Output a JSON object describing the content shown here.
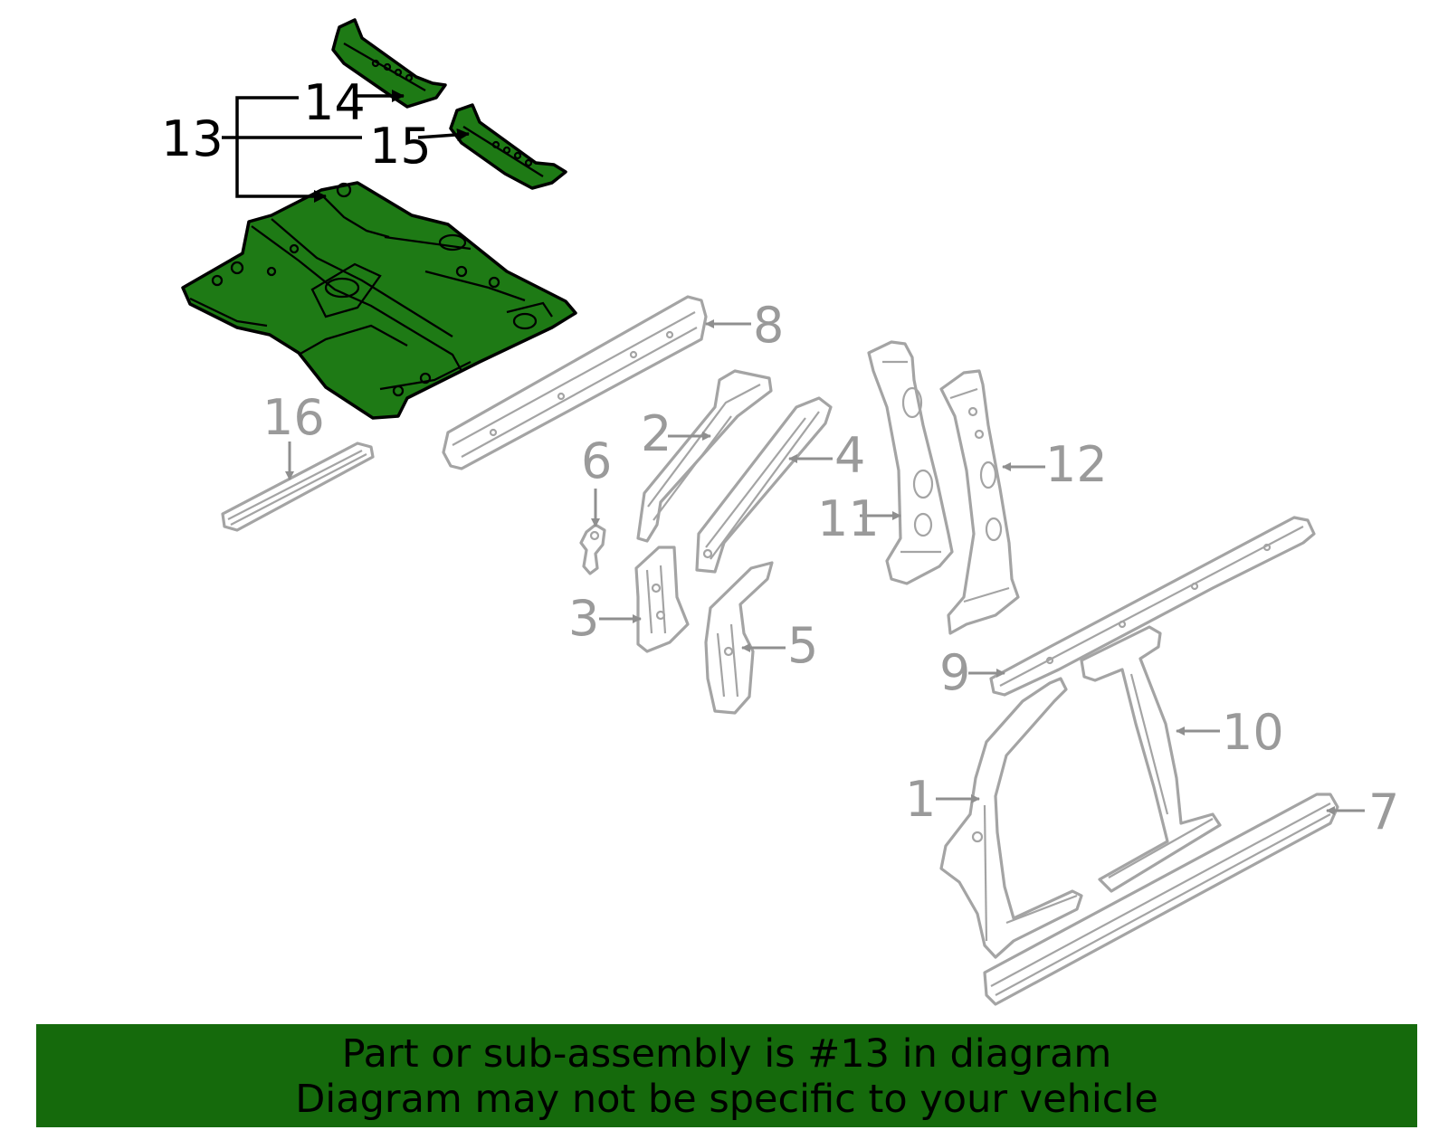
{
  "callouts": {
    "c1": "1",
    "c2": "2",
    "c3": "3",
    "c4": "4",
    "c5": "5",
    "c6": "6",
    "c7": "7",
    "c8": "8",
    "c9": "9",
    "c10": "10",
    "c11": "11",
    "c12": "12",
    "c13": "13",
    "c14": "14",
    "c15": "15",
    "c16": "16"
  },
  "highlighted_part": "13",
  "colors": {
    "highlight_fill": "#1e7a15",
    "banner": "#156a0c",
    "unselected_parts": "#a4a4a4"
  },
  "banner": {
    "line1": "Part or sub-assembly is #13 in diagram",
    "line2": "Diagram may not be specific to your vehicle"
  }
}
